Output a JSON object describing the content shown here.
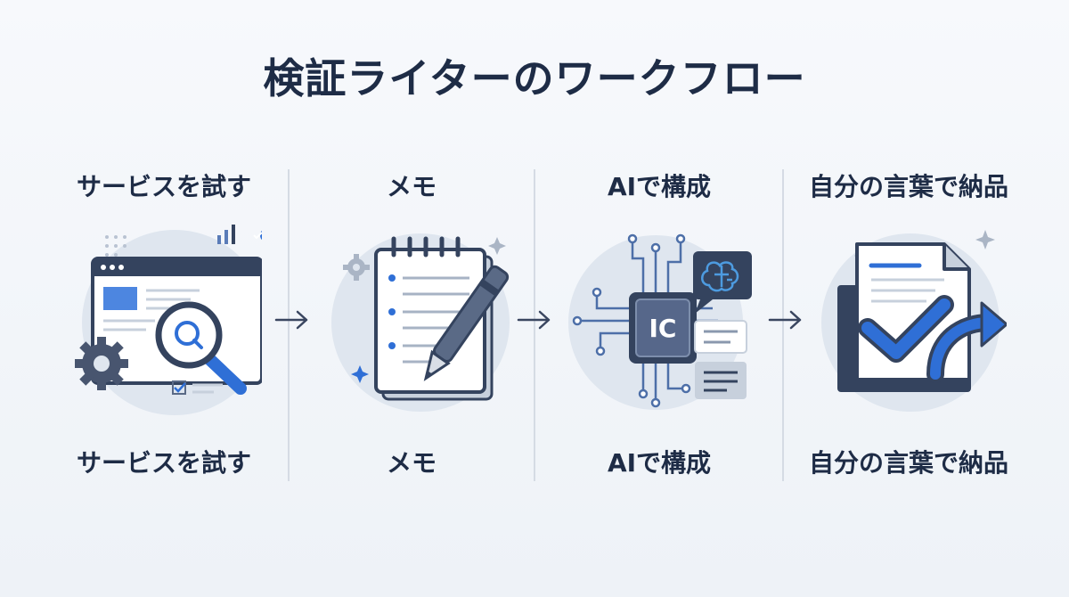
{
  "title": "検証ライターのワークフロー",
  "steps": [
    {
      "label_top": "サービスを試す",
      "label_bottom": "サービスを試す",
      "icon": "browser-magnifier-icon"
    },
    {
      "label_top": "メモ",
      "label_bottom": "メモ",
      "icon": "notepad-pen-icon"
    },
    {
      "label_top": "AIで構成",
      "label_bottom": "AIで構成",
      "icon": "ai-chip-icon",
      "chip_text": "IC"
    },
    {
      "label_top": "自分の言葉で納品",
      "label_bottom": "自分の言葉で納品",
      "icon": "document-check-icon"
    }
  ],
  "colors": {
    "title": "#1e2c46",
    "accent_blue": "#2f6fd6",
    "dark_navy": "#34435e",
    "circle_bg": "#dfe6ef",
    "divider": "#d5dbe4"
  }
}
